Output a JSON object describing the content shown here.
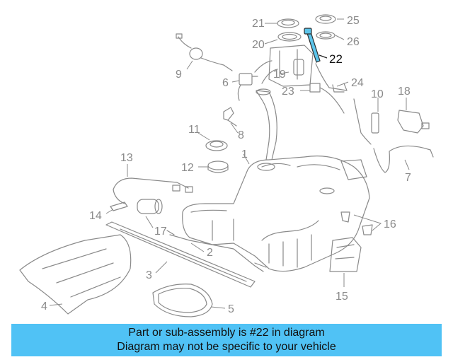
{
  "callouts": [
    "1",
    "2",
    "3",
    "4",
    "5",
    "6",
    "7",
    "8",
    "9",
    "10",
    "11",
    "12",
    "13",
    "14",
    "15",
    "16",
    "17",
    "18",
    "19",
    "20",
    "21",
    "22",
    "23",
    "24",
    "25",
    "26"
  ],
  "highlighted_part": "22",
  "highlight_color": "#5bc4ea",
  "banner": {
    "line1": "Part or sub-assembly is #22 in diagram",
    "line2": "Diagram may not be specific to your vehicle",
    "background": "#50c2f5"
  }
}
